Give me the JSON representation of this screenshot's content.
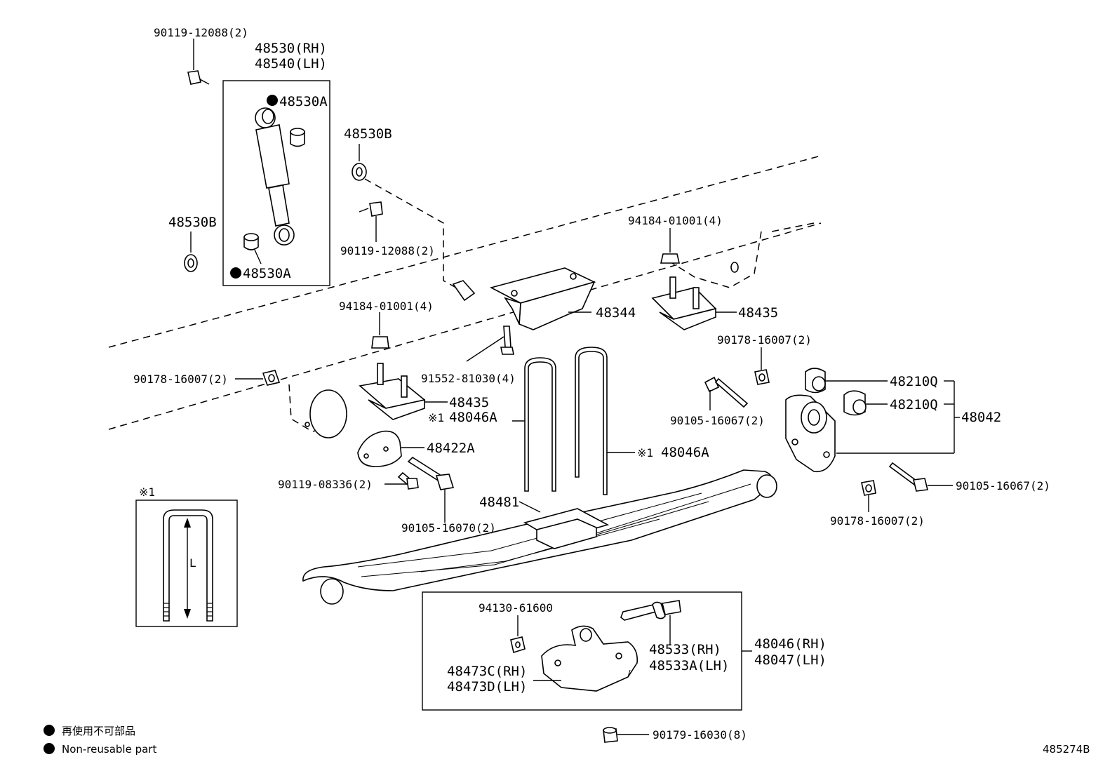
{
  "labels": {
    "p90119_12088_top": "90119-12088(2)",
    "p48530_rh": "48530(RH)",
    "p48540_lh": "48540(LH)",
    "p48530a_top": "48530A",
    "p48530b_right": "48530B",
    "p48530b_left": "48530B",
    "p48530a_bottom": "48530A",
    "p90119_12088_mid": "90119-12088(2)",
    "p94184_01001_right": "94184-01001(4)",
    "p48344": "48344",
    "p48435_right": "48435",
    "p94184_01001_left": "94184-01001(4)",
    "p90178_16007_topright": "90178-16007(2)",
    "p90178_16007_left": "90178-16007(2)",
    "p91552_81030": "91552-81030(4)",
    "p48210q_1": "48210Q",
    "p48210q_2": "48210Q",
    "p48042": "48042",
    "p48435_left": "48435",
    "p48046a_left": "48046A",
    "p90105_16067_mid": "90105-16067(2)",
    "p48046a_right": "48046A",
    "p48422a": "48422A",
    "p90119_08336": "90119-08336(2)",
    "p90105_16067_right": "90105-16067(2)",
    "p48481": "48481",
    "p90105_16070": "90105-16070(2)",
    "p90178_16007_bottom": "90178-16007(2)",
    "p94130_61600": "94130-61600",
    "p48533_rh": "48533(RH)",
    "p48533a_lh": "48533A(LH)",
    "p48046_rh": "48046(RH)",
    "p48047_lh": "48047(LH)",
    "p48473c_rh": "48473C(RH)",
    "p48473d_lh": "48473D(LH)",
    "p90179_16030": "90179-16030(8)"
  },
  "ref_marks": {
    "note_symbol": "※1",
    "note_box_title": "※1",
    "dimension_label": "L"
  },
  "legend": {
    "item_jp": "再使用不可部品",
    "item_en": "Non-reusable part"
  },
  "diagram_id": "485274B"
}
